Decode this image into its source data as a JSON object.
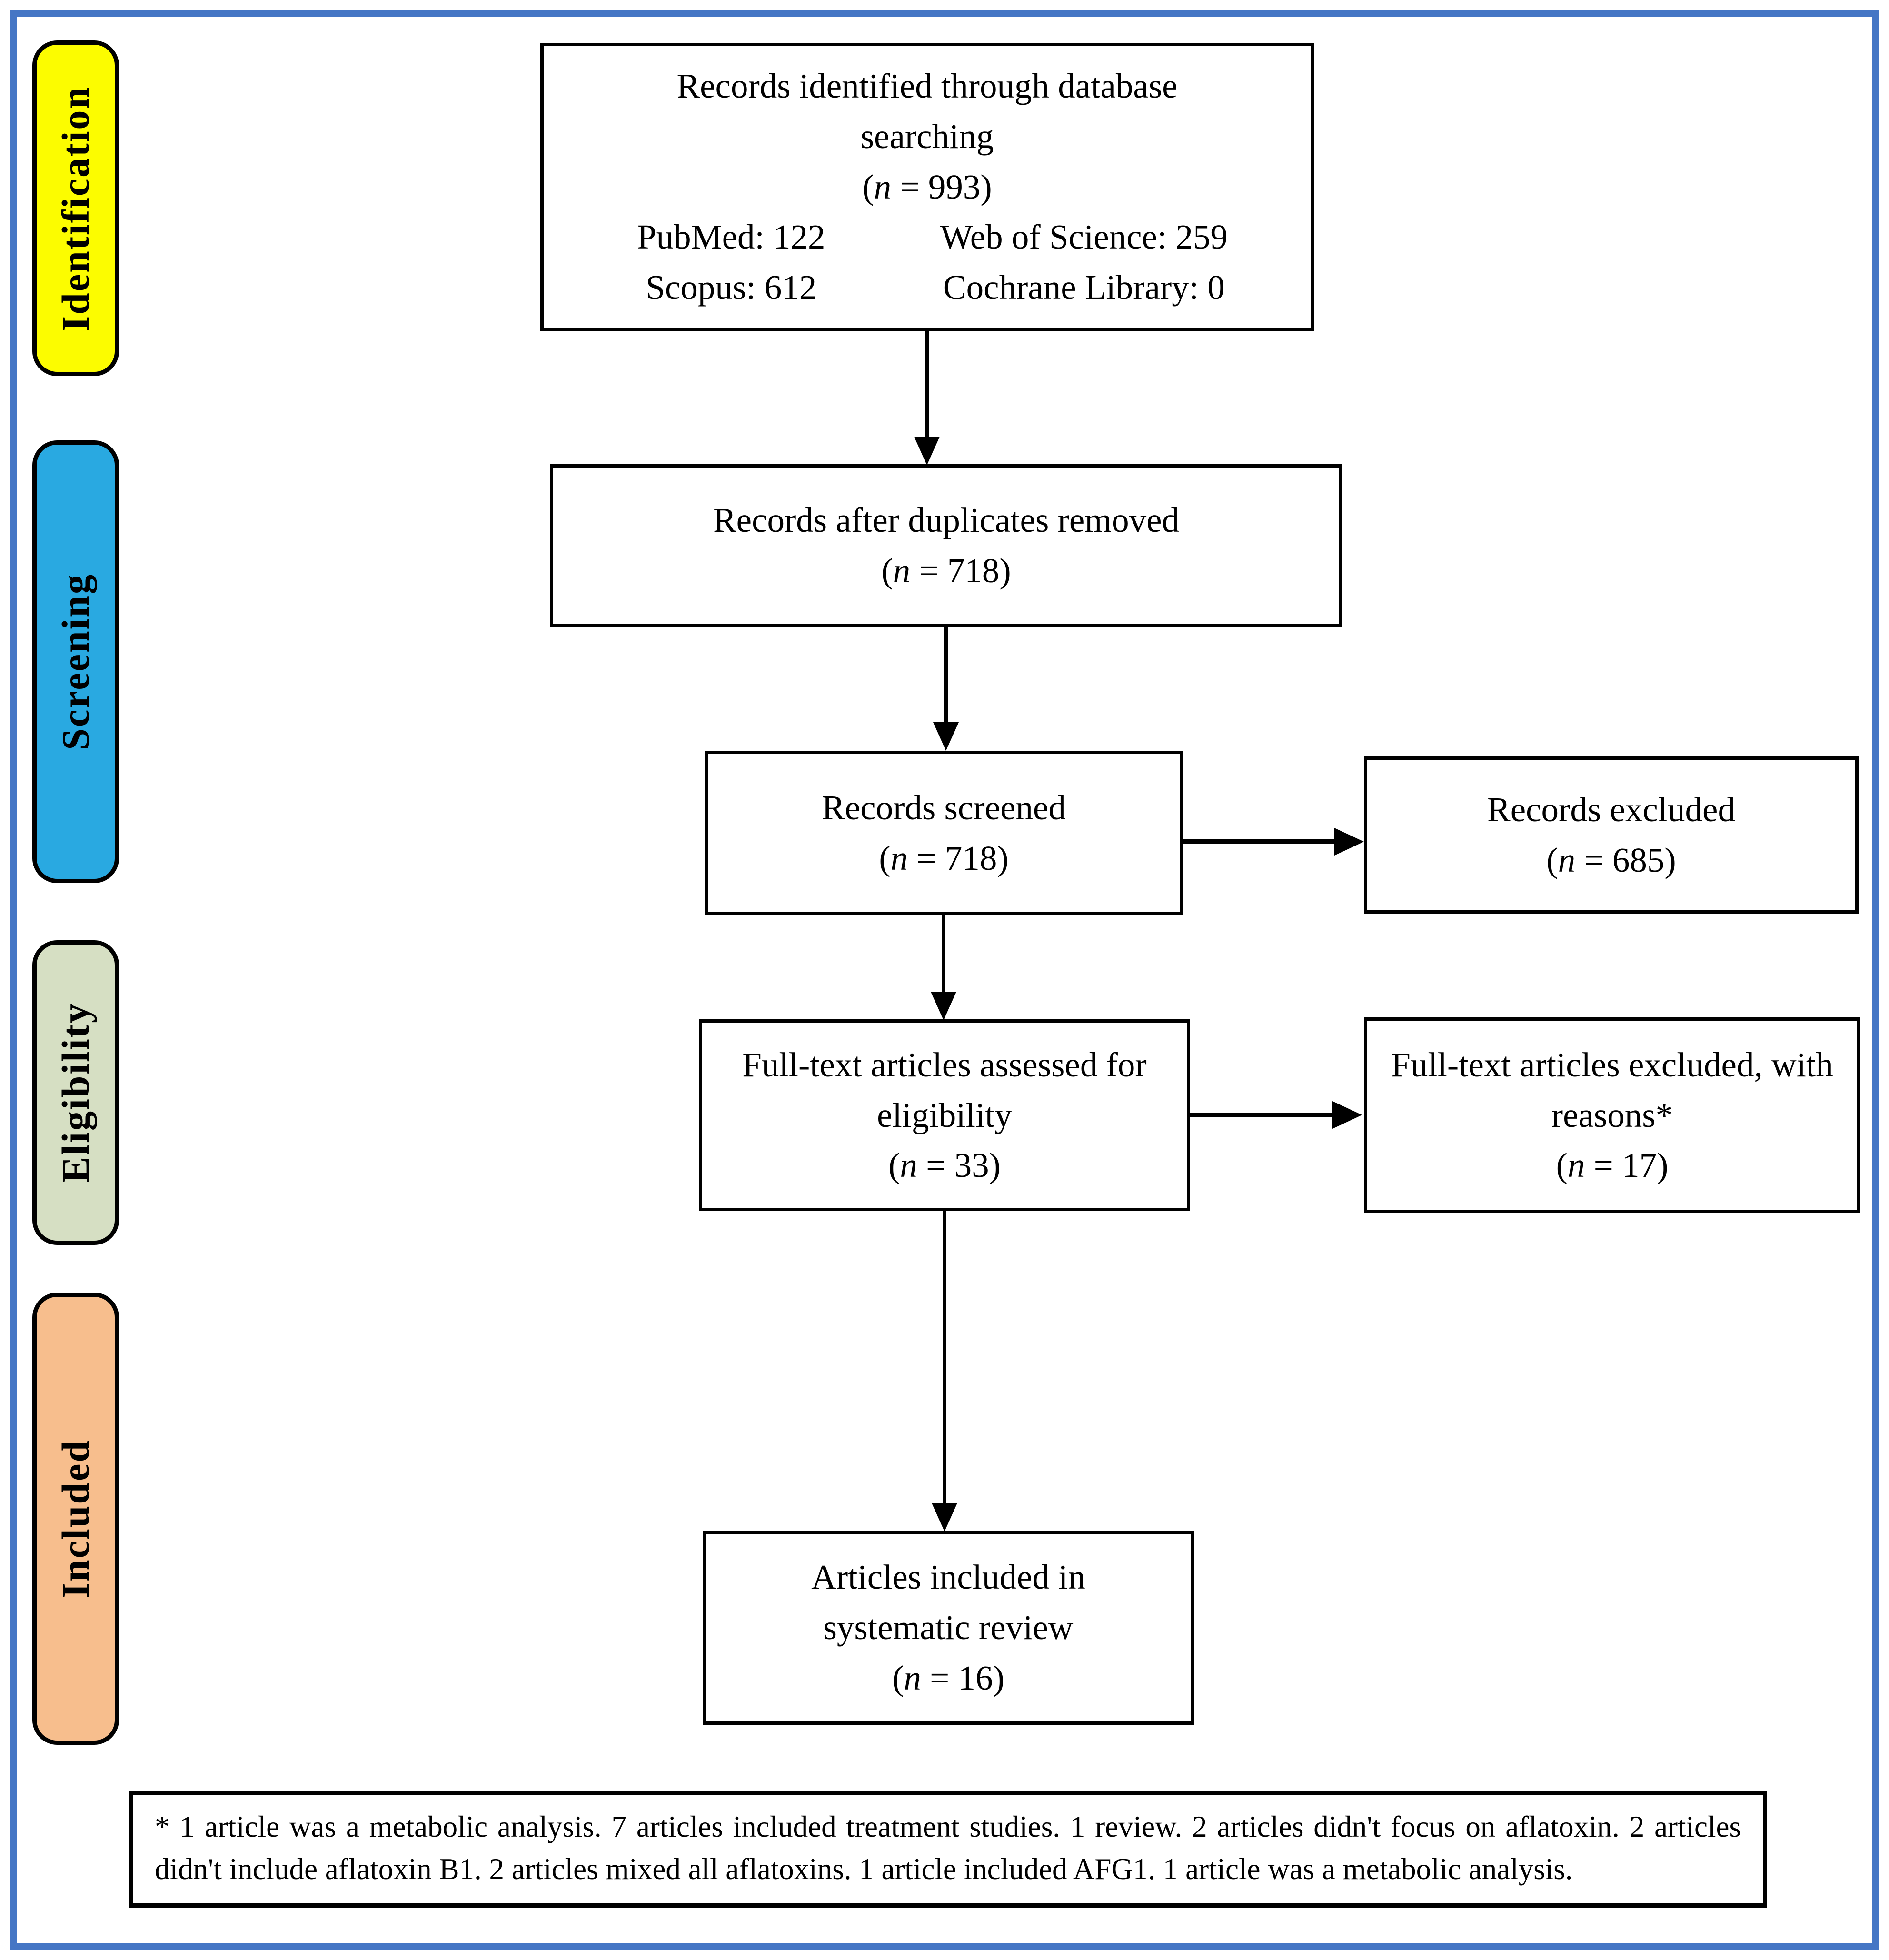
{
  "figure": {
    "frame_color": "#4576C5",
    "stages": [
      {
        "label": "Identification",
        "color": "#FCFC00"
      },
      {
        "label": "Screening",
        "color": "#29A9E1"
      },
      {
        "label": "Eligibility",
        "color": "#D6DFC3"
      },
      {
        "label": "Included",
        "color": "#F7BE8D"
      }
    ],
    "boxes": {
      "identified": {
        "title": "Records identified through database searching",
        "n": "(n = 993)",
        "sources": [
          "PubMed: 122",
          "Web of Science: 259",
          "Scopus: 612",
          "Cochrane Library: 0"
        ]
      },
      "deduplicated": {
        "title": "Records after duplicates removed",
        "n": "(n = 718)"
      },
      "screened": {
        "title": "Records screened",
        "n": "(n = 718)"
      },
      "excluded": {
        "title": "Records excluded",
        "n": "(n = 685)"
      },
      "fulltext": {
        "title": "Full-text articles assessed for eligibility",
        "n": "(n = 33)"
      },
      "fulltext_excluded": {
        "title": "Full-text articles excluded, with reasons*",
        "n": "(n = 17)"
      },
      "included": {
        "title": "Articles included in systematic review",
        "n": "(n = 16)"
      }
    },
    "footnote": "* 1 article was a metabolic analysis. 7 articles included treatment studies. 1 review. 2 articles didn't focus on aflatoxin. 2 articles didn't include aflatoxin B1. 2 articles mixed all aflatoxins. 1 article included AFG1. 1 article was a metabolic analysis."
  }
}
